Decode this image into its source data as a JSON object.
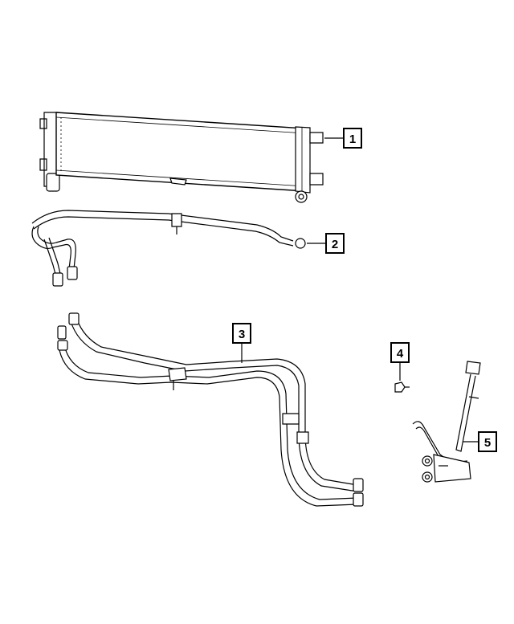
{
  "callouts": [
    {
      "number": "1",
      "part": "transmission-oil-cooler"
    },
    {
      "number": "2",
      "part": "cooler-line-assembly"
    },
    {
      "number": "3",
      "part": "cooler-hose-assembly"
    },
    {
      "number": "4",
      "part": "bolt"
    },
    {
      "number": "5",
      "part": "bracket-support"
    }
  ],
  "colors": {
    "line": "#000000",
    "background": "#ffffff"
  }
}
